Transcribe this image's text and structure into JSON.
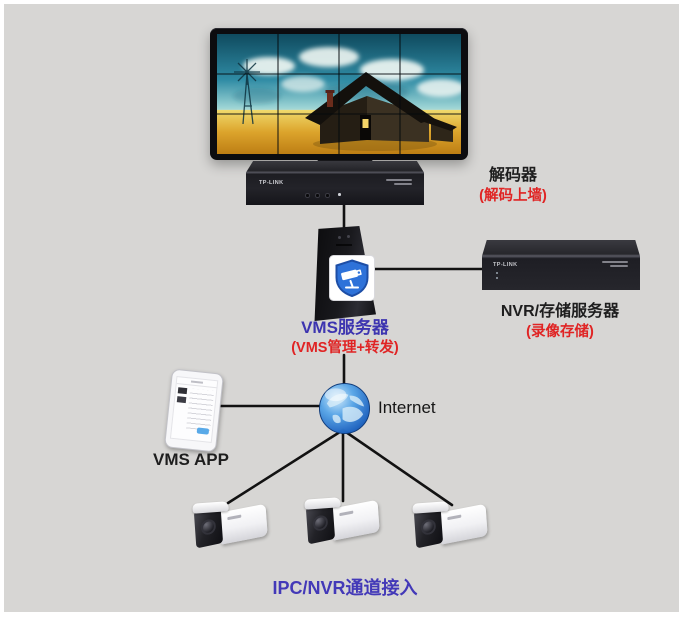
{
  "colors": {
    "bg": "#d7d6d4",
    "red": "#e02424",
    "blue": "#3d35b0",
    "ipc_blue": "#4339b8",
    "black": "#1e1e1e"
  },
  "video_wall": {
    "grid_cols": 4,
    "grid_rows": 3
  },
  "decoder": {
    "brand": "TP-LINK",
    "label": "解码器",
    "sublabel": "(解码上墙)"
  },
  "vms_server": {
    "label": "VMS服务器",
    "sublabel": "(VMS管理+转发)"
  },
  "nvr": {
    "brand": "TP-LINK",
    "label": "NVR/存储服务器",
    "sublabel": "(录像存储)"
  },
  "internet": {
    "label": "Internet"
  },
  "vms_app": {
    "label": "VMS APP"
  },
  "ipc_cameras": {
    "label": "IPC/NVR通道接入",
    "count": 3
  }
}
